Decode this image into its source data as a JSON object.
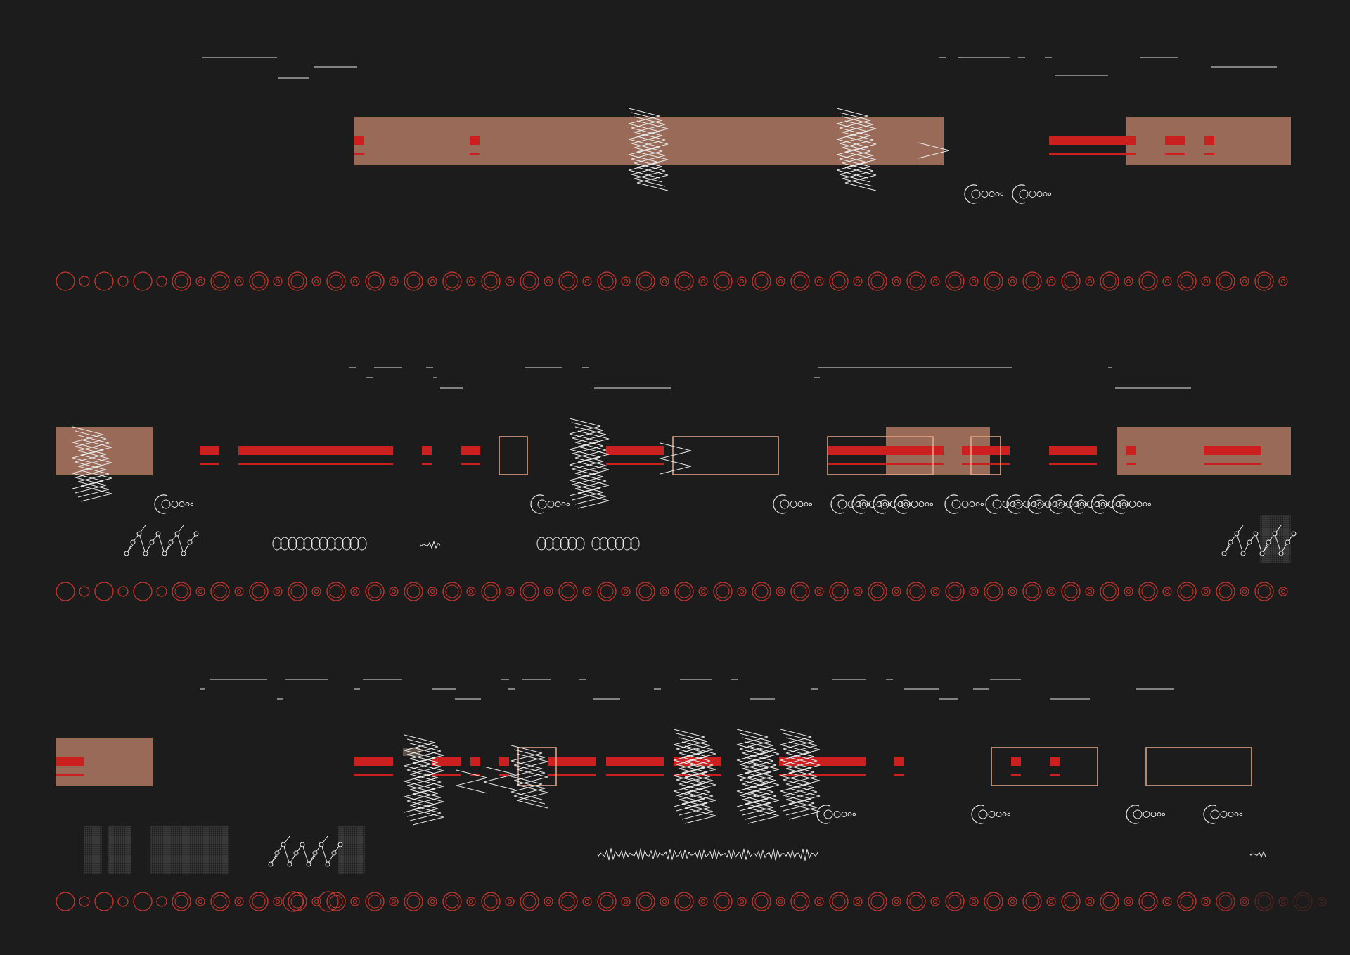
{
  "palette": {
    "background": "#1c1c1c",
    "block": "#9a6a58",
    "accent": "#cc1f1f",
    "line": "#e8e8e8",
    "outline": "#e8a888",
    "circle": "#c8372d",
    "hatch": "#5a5a5a"
  },
  "icons": [
    "zigzag-icon",
    "spiral-icon",
    "loop-chain-icon",
    "node-graph-icon",
    "waveform-icon",
    "ring-icon"
  ],
  "rows": [
    {
      "id": "row-1",
      "blocks": 2,
      "bars": 5,
      "zigzags": 3,
      "spirals": 2,
      "outlines": 0
    },
    {
      "id": "row-2",
      "blocks": 3,
      "bars": 10,
      "zigzags": 3,
      "spirals": 6,
      "outlines": 4
    },
    {
      "id": "row-3",
      "blocks": 1,
      "bars": 13,
      "zigzags": 6,
      "spirals": 4,
      "outlines": 3
    }
  ]
}
